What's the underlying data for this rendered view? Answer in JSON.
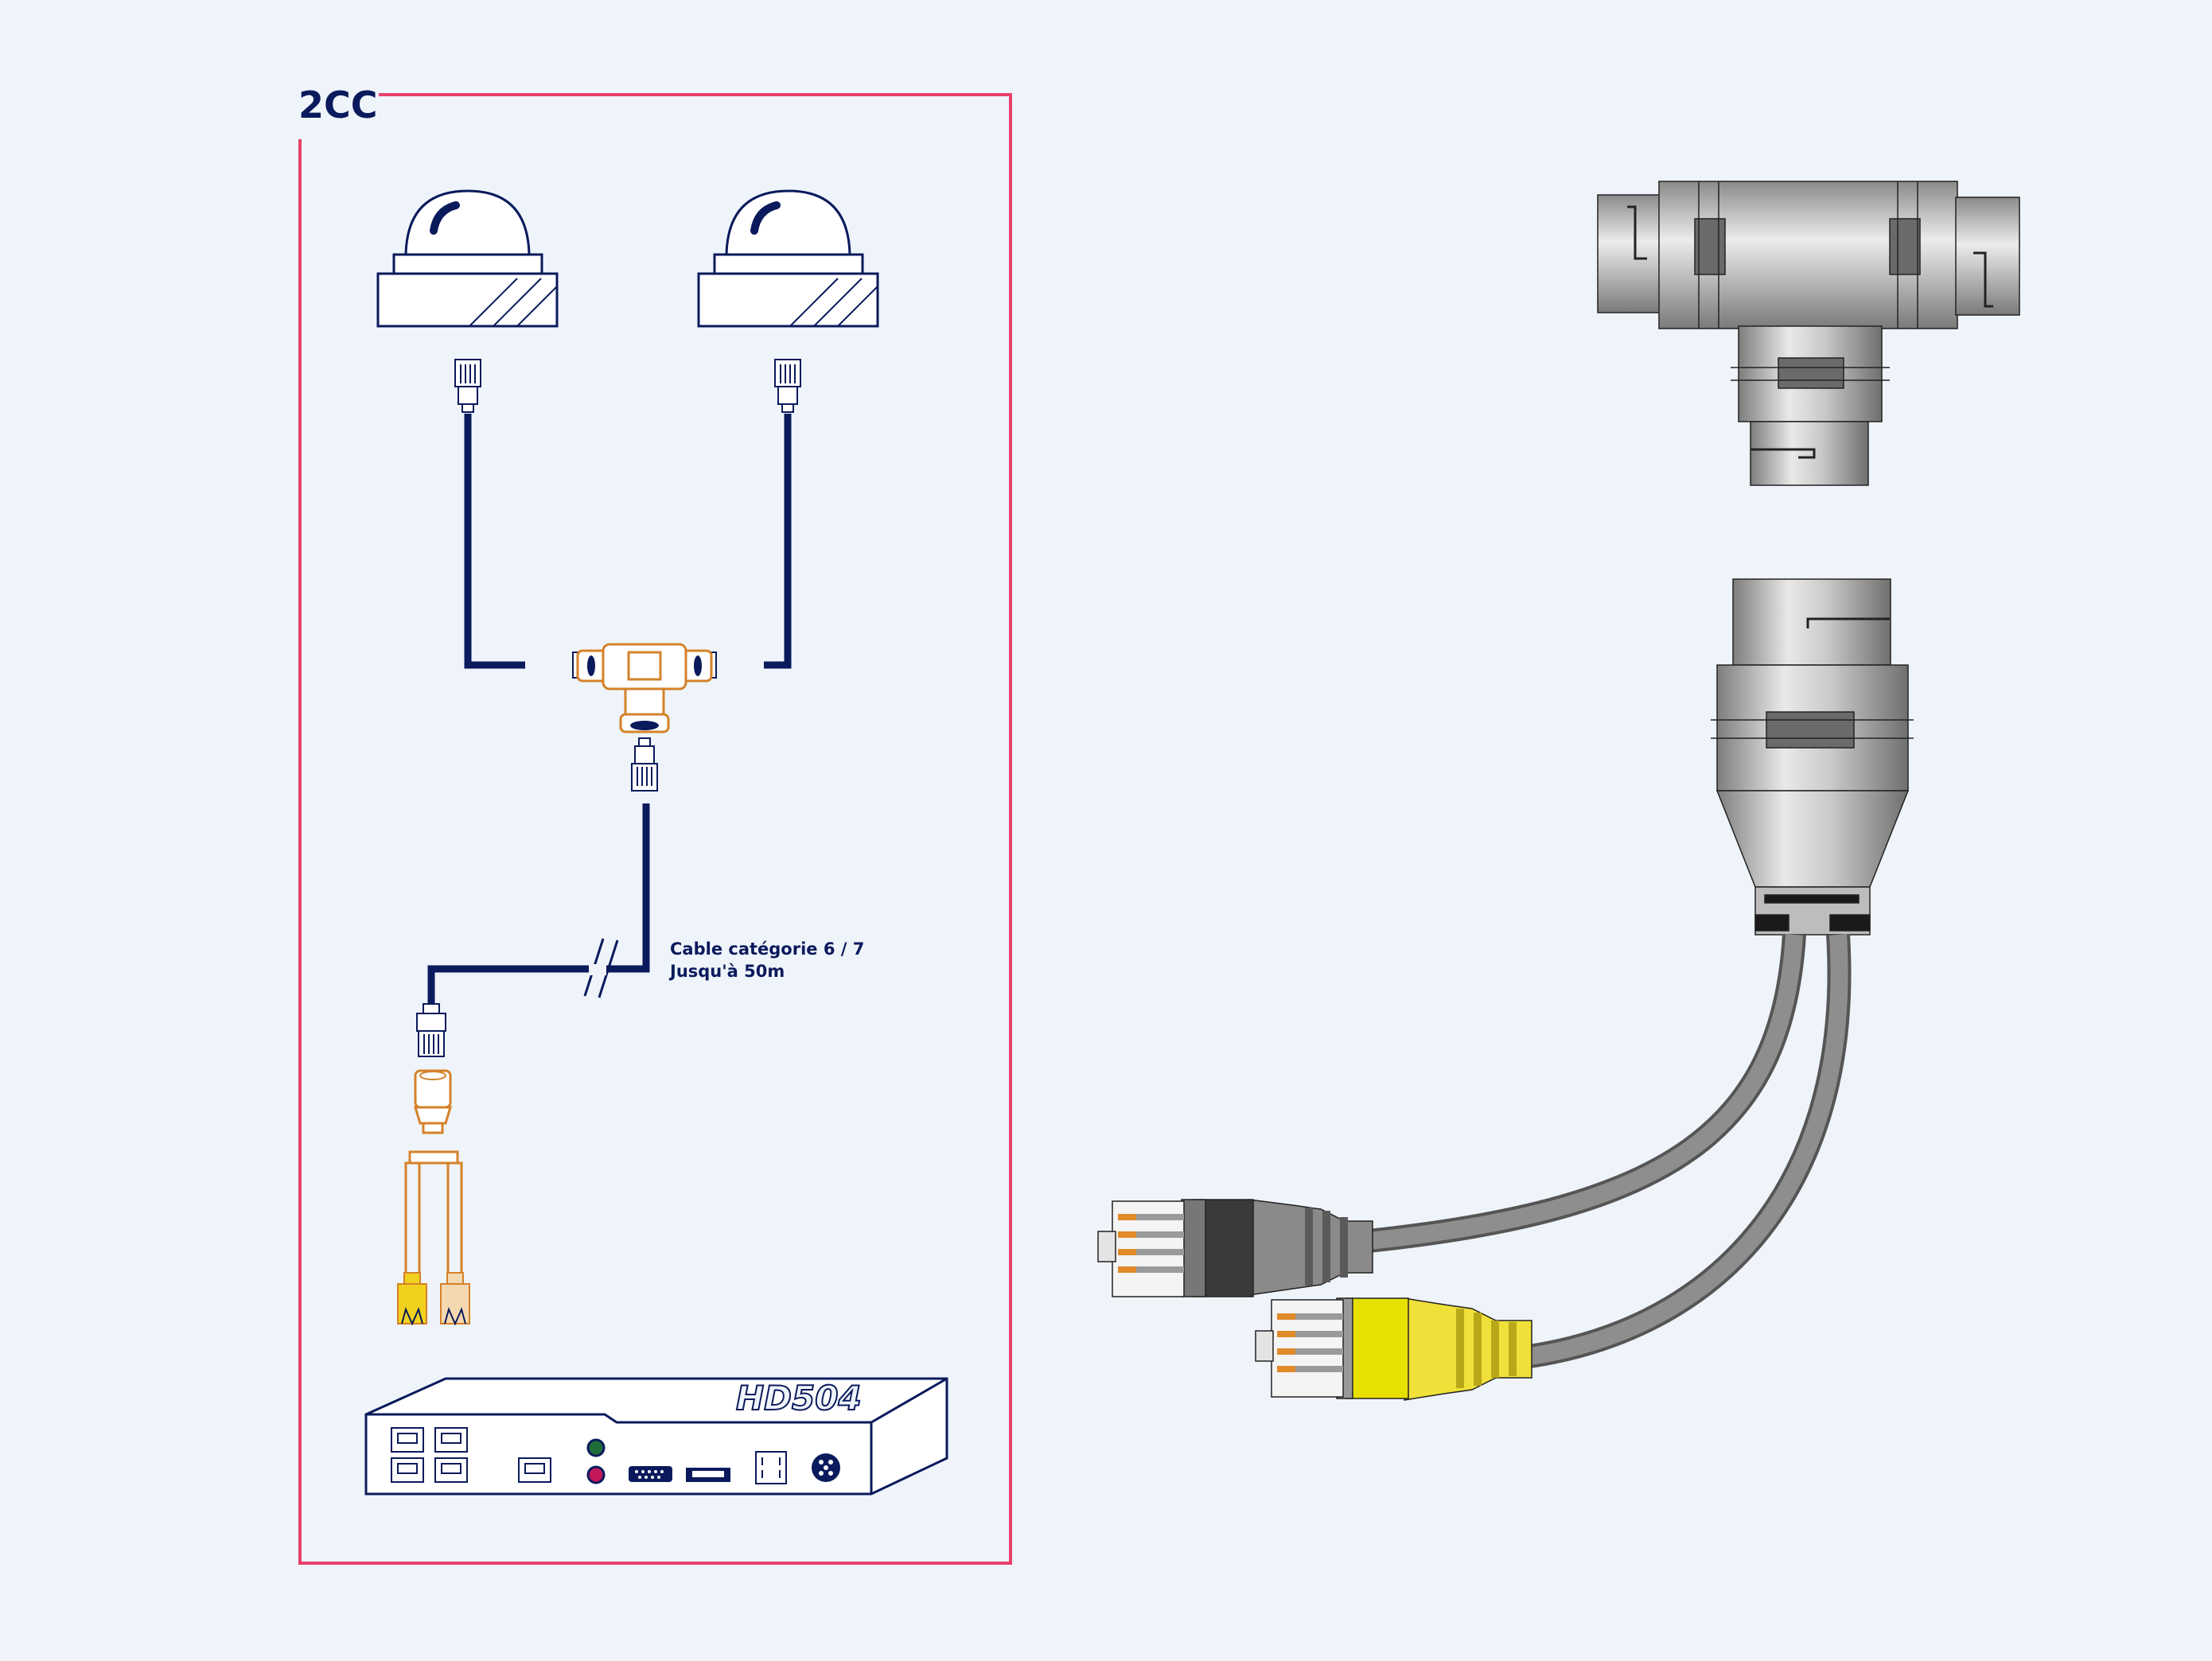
{
  "panel": {
    "title": "2CC",
    "frame_color": "#e8416b"
  },
  "cable_note": {
    "line1": "Cable catégorie 6 / 7",
    "line2": "Jusqu'à 50m"
  },
  "recorder": {
    "model": "HD504"
  },
  "colors": {
    "ink": "#0a1a5c",
    "adapter": "#d4822a",
    "yellow_plug": "#f0d21e",
    "grey_body": "#b8b8b8",
    "cable_grey": "#8e8e8e"
  },
  "icons": [
    "dome-camera-icon",
    "rj45-plug-icon",
    "t-coupler-icon",
    "splitter-icon",
    "dvr-recorder-icon"
  ]
}
